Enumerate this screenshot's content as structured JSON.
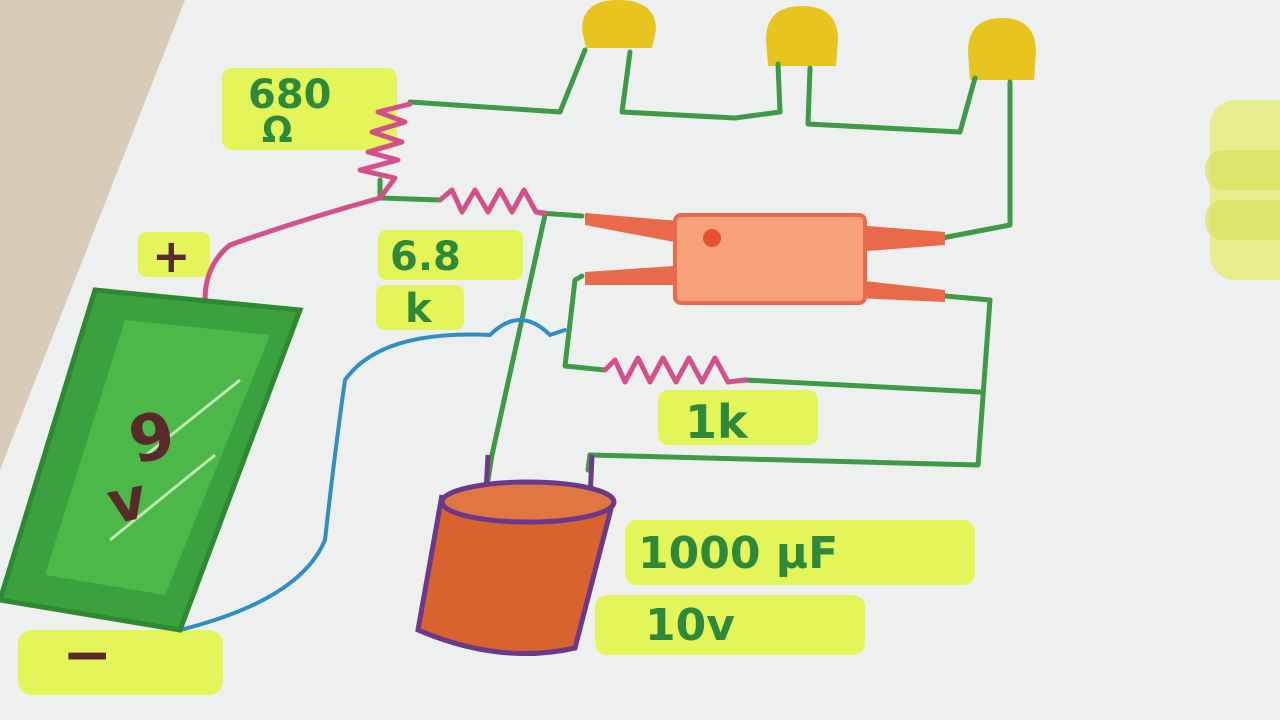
{
  "labels": {
    "r1_top": "680",
    "r1_bottom": "Ω",
    "r2_top": "6.8",
    "r2_bottom": "k",
    "r3": "1k",
    "cap_value": "1000 μF",
    "cap_voltage": "10v",
    "battery_voltage": "9",
    "battery_unit": "v",
    "battery_plus": "+",
    "battery_minus": "−"
  },
  "colors": {
    "paper": "#eef0f0",
    "table": "#d9cbb8",
    "wire_green": "#3f9a46",
    "wire_blue": "#2f8fc4",
    "wire_pink": "#d4508a",
    "highlight": "#e4f55a",
    "led_yellow": "#e8c51e",
    "battery_green": "#3aa13e",
    "capacitor": "#d9622e",
    "capacitor_outline": "#6a3a8a",
    "relay_body": "#f7a07a",
    "relay_pins": "#e86a4a"
  }
}
